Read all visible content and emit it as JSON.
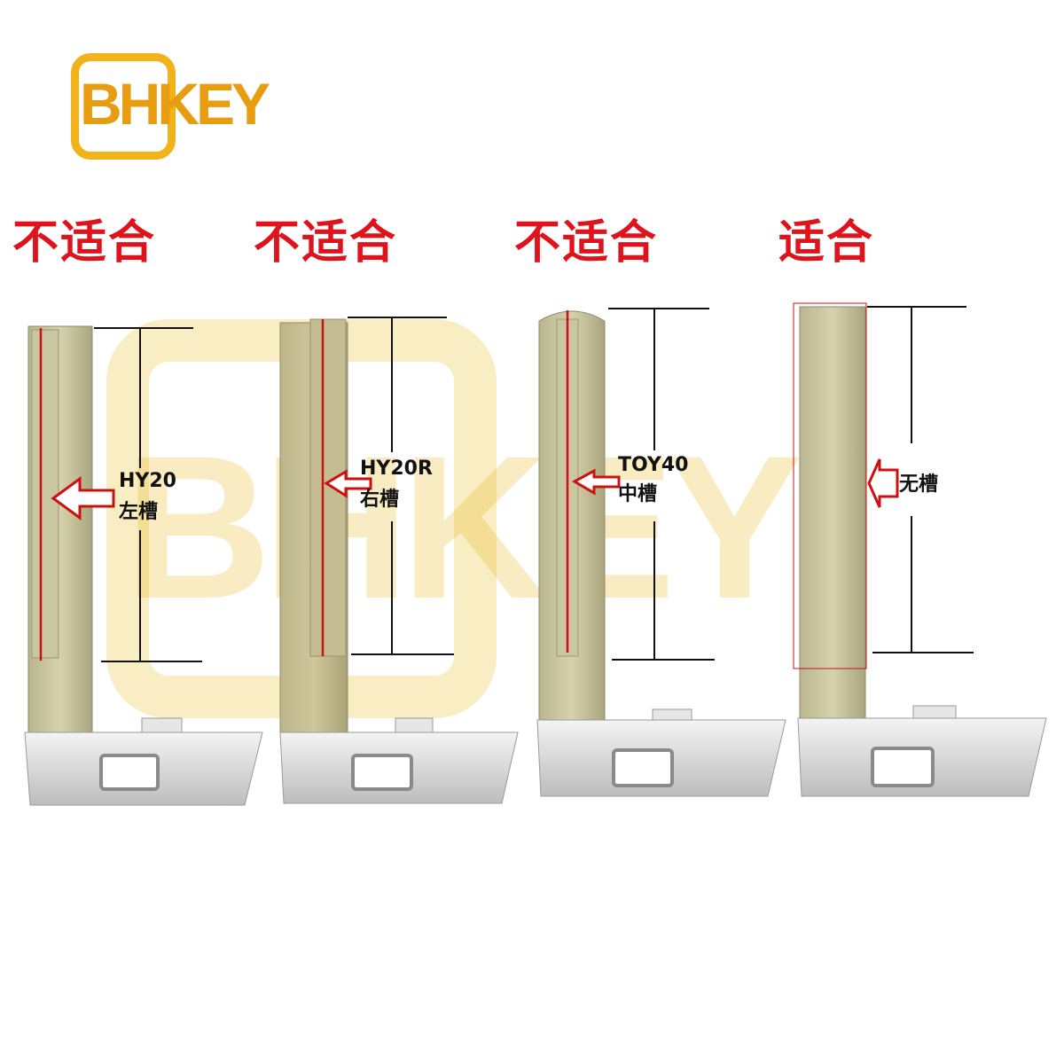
{
  "logo": {
    "text": "BHKEY"
  },
  "watermark": {
    "text": "BHKEY"
  },
  "headings": [
    "不适合",
    "不适合",
    "不适合",
    "适合"
  ],
  "keys": [
    {
      "code": "HY20",
      "groove": "左槽"
    },
    {
      "code": "HY20R",
      "groove": "右槽"
    },
    {
      "code": "TOY40",
      "groove": "中槽"
    },
    {
      "code": "",
      "groove": "无槽"
    }
  ],
  "colors": {
    "accent_red": "#e0131c",
    "logo_gold": "#f2b31a",
    "marker_red": "#cc1111"
  }
}
